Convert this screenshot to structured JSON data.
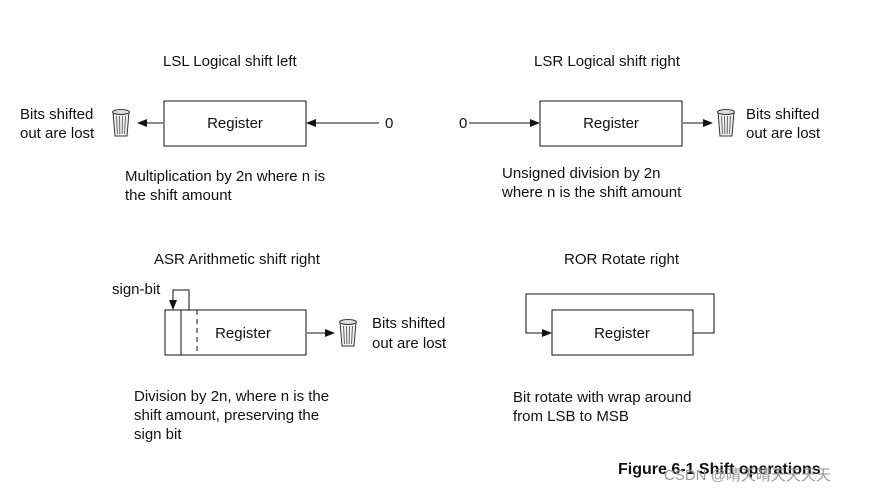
{
  "panels": {
    "lsl": {
      "title": "LSL Logical shift left",
      "register": "Register",
      "input_bit": "0",
      "lost_line1": "Bits shifted",
      "lost_line2": "out are lost",
      "desc_line1": "Multiplication by 2n where n is",
      "desc_line2": "the shift amount"
    },
    "lsr": {
      "title": "LSR Logical shift right",
      "register": "Register",
      "input_bit": "0",
      "lost_line1": "Bits shifted",
      "lost_line2": "out are lost",
      "desc_line1": "Unsigned division by 2n",
      "desc_line2": "where n is the shift amount"
    },
    "asr": {
      "title": "ASR Arithmetic shift right",
      "sign_bit": "sign-bit",
      "register": "Register",
      "lost_line1": "Bits shifted",
      "lost_line2": "out are lost",
      "desc_line1": "Division by 2n, where n is the",
      "desc_line2": "shift amount, preserving the",
      "desc_line3": "sign bit"
    },
    "ror": {
      "title": "ROR Rotate right",
      "register": "Register",
      "desc_line1": "Bit rotate with wrap around",
      "desc_line2": "from LSB to MSB"
    }
  },
  "caption": "Figure 6-1 Shift operations",
  "watermark": "CSDN @晴天晴天天天天"
}
